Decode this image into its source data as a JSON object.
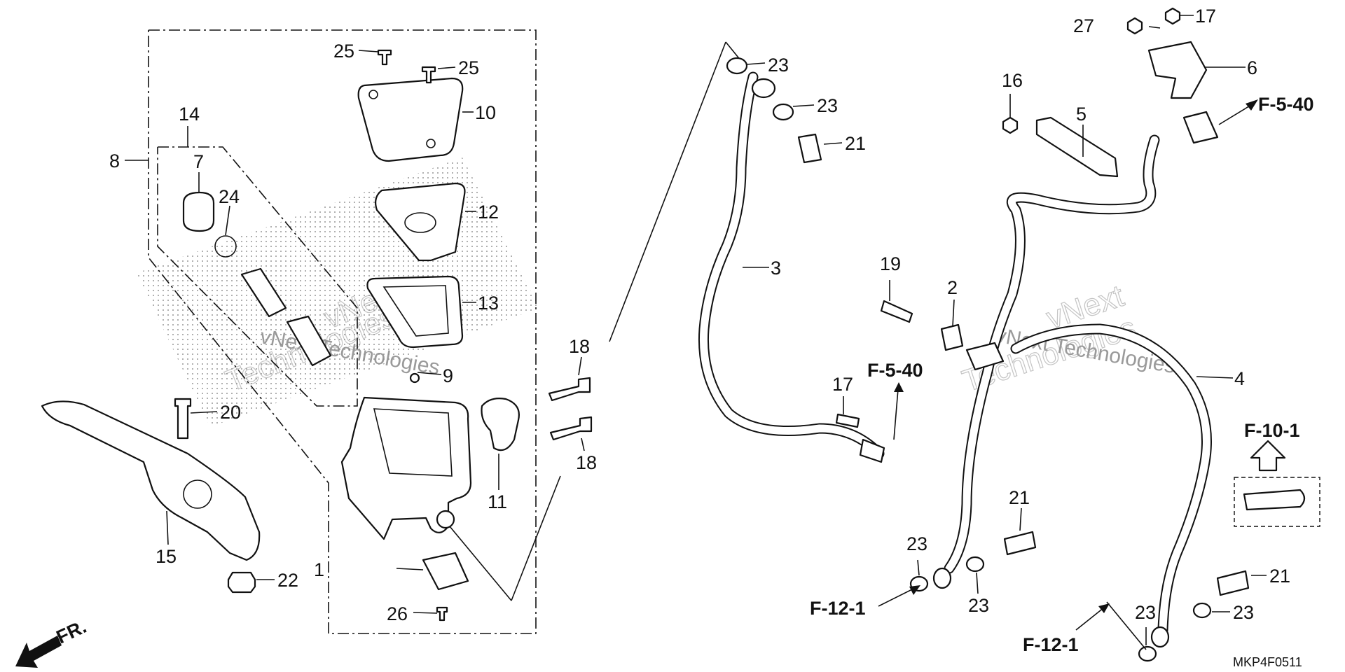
{
  "diagram_code": "MKP4F0511",
  "direction_label": "FR.",
  "watermark": {
    "line1": "vNext",
    "line2": "Technologies",
    "inline": "vNext Technologies"
  },
  "callouts": [
    "1",
    "2",
    "3",
    "4",
    "5",
    "6",
    "7",
    "8",
    "9",
    "10",
    "11",
    "12",
    "13",
    "14",
    "15",
    "16",
    "17",
    "17",
    "18",
    "18",
    "19",
    "20",
    "21",
    "21",
    "21",
    "21",
    "22",
    "23",
    "23",
    "23",
    "23",
    "23",
    "23",
    "23",
    "23",
    "24",
    "25",
    "25",
    "26",
    "27"
  ],
  "references": [
    "F-5-40",
    "F-5-40",
    "F-10-1",
    "F-12-1",
    "F-12-1"
  ]
}
